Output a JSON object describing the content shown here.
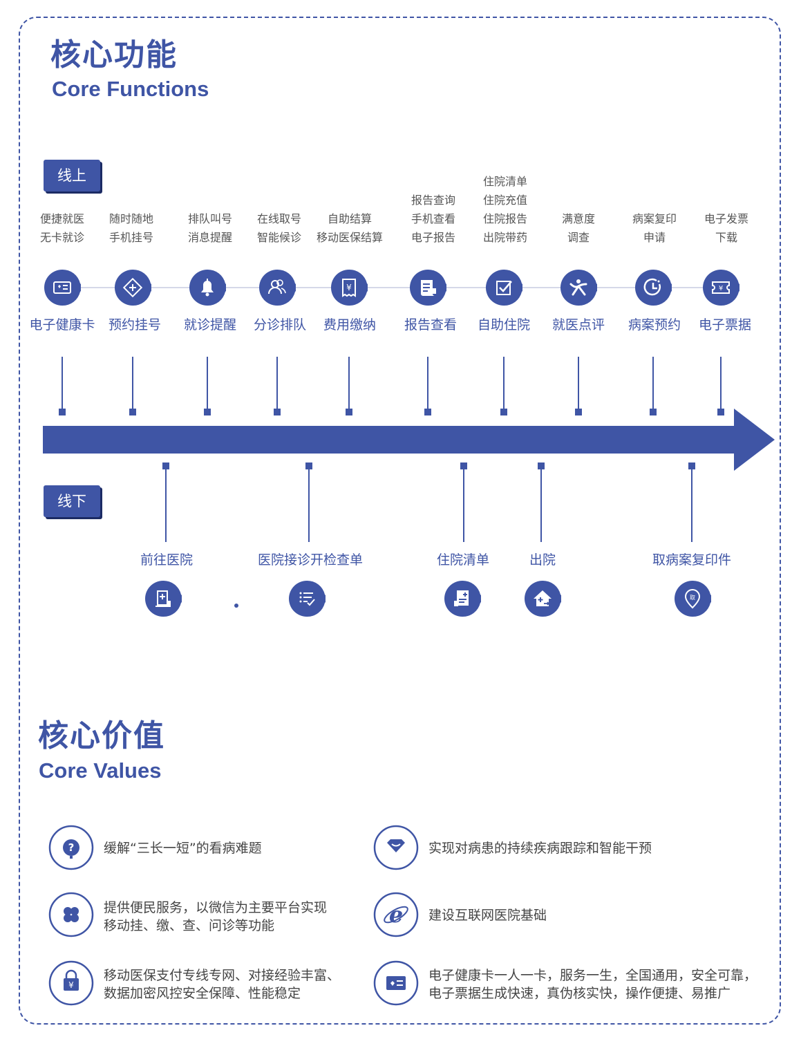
{
  "core_functions": {
    "title_cn": "核心功能",
    "title_en": "Core Functions",
    "online_label": "线上",
    "offline_label": "线下",
    "online_items": [
      {
        "name": "电子健康卡",
        "desc": [
          "便捷就医",
          "无卡就诊"
        ],
        "icon": "health-card-icon"
      },
      {
        "name": "预约挂号",
        "desc": [
          "随时随地",
          "手机挂号"
        ],
        "icon": "appointment-icon"
      },
      {
        "name": "就诊提醒",
        "desc": [
          "排队叫号",
          "消息提醒"
        ],
        "icon": "bell-icon"
      },
      {
        "name": "分诊排队",
        "desc": [
          "在线取号",
          "智能候诊"
        ],
        "icon": "queue-people-icon"
      },
      {
        "name": "费用缴纳",
        "desc": [
          "自助结算",
          "移动医保结算"
        ],
        "icon": "payment-receipt-icon"
      },
      {
        "name": "报告查看",
        "desc": [
          "报告查询",
          "手机查看",
          "电子报告"
        ],
        "icon": "report-scroll-icon"
      },
      {
        "name": "自助住院",
        "desc": [
          "住院清单",
          "住院充值",
          "住院报告",
          "出院带药"
        ],
        "icon": "checkbox-icon"
      },
      {
        "name": "就医点评",
        "desc": [
          "满意度",
          "调查"
        ],
        "icon": "review-icon"
      },
      {
        "name": "病案预约",
        "desc": [
          "病案复印",
          "申请"
        ],
        "icon": "clock-icon"
      },
      {
        "name": "电子票据",
        "desc": [
          "电子发票",
          "下载"
        ],
        "icon": "e-ticket-icon"
      }
    ],
    "offline_items": [
      {
        "name": "前往医院",
        "icon": "hospital-doc-icon"
      },
      {
        "name": "医院接诊开检查单",
        "icon": "checklist-icon"
      },
      {
        "name": "住院清单",
        "icon": "admission-list-icon"
      },
      {
        "name": "出院",
        "icon": "discharge-home-icon"
      },
      {
        "name": "取病案复印件",
        "icon": "pickup-location-icon",
        "icon_text": "取"
      }
    ]
  },
  "core_values": {
    "title_cn": "核心价值",
    "title_en": "Core Values",
    "items": [
      {
        "text": [
          "缓解“三长一短”的看病难题"
        ],
        "icon": "question-icon"
      },
      {
        "text": [
          "实现对病患的持续疾病跟踪和智能干预"
        ],
        "icon": "heart-shield-icon"
      },
      {
        "text": [
          "提供便民服务，以微信为主要平台实现",
          "移动挂、缴、查、问诊等功能"
        ],
        "icon": "clover-icon"
      },
      {
        "text": [
          "建设互联网医院基础"
        ],
        "icon": "internet-e-icon"
      },
      {
        "text": [
          "移动医保支付专线专网、对接经验丰富、",
          "数据加密风控安全保障、性能稳定"
        ],
        "icon": "yen-lock-icon"
      },
      {
        "text": [
          "电子健康卡一人一卡，服务一生，全国通用，安全可靠，",
          "电子票据生成快速，真伪核实快，操作便捷、易推广"
        ],
        "icon": "health-card-icon"
      }
    ]
  },
  "colors": {
    "primary": "#3f55a5",
    "dark": "#1c2b64",
    "text": "#444444"
  }
}
